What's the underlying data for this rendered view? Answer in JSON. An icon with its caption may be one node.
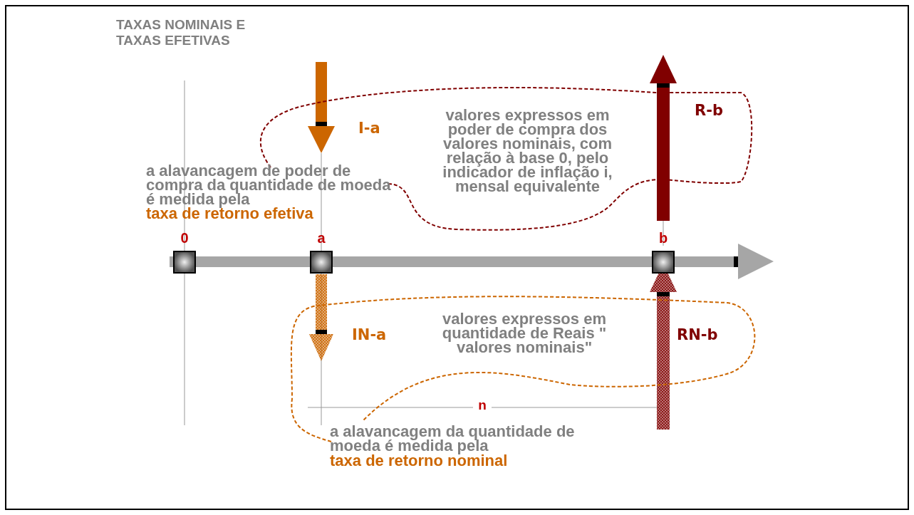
{
  "diagram": {
    "title": "TAXAS NOMINAIS E TAXAS EFETIVAS",
    "nodes": [
      {
        "text": [
          "valores expressos em poder de compra dos valores nominais, com relação à base 0, pelo indicador de inflação i, mensal equivalente"
        ]
      },
      {
        "text": [
          "valores expressos em quantidade de Reais \" valores nominais\""
        ]
      }
    ],
    "labels": [
      "I-a",
      "R-b",
      "a alavancagem de poder de compra da quantidade de moeda é medida pela",
      "taxa de retorno efetiva",
      "0",
      "a",
      "b",
      "IN-a",
      "RN-b",
      "n",
      "a alavancagem da quantidade de moeda é medida pela",
      "taxa de retorno nominal"
    ]
  }
}
